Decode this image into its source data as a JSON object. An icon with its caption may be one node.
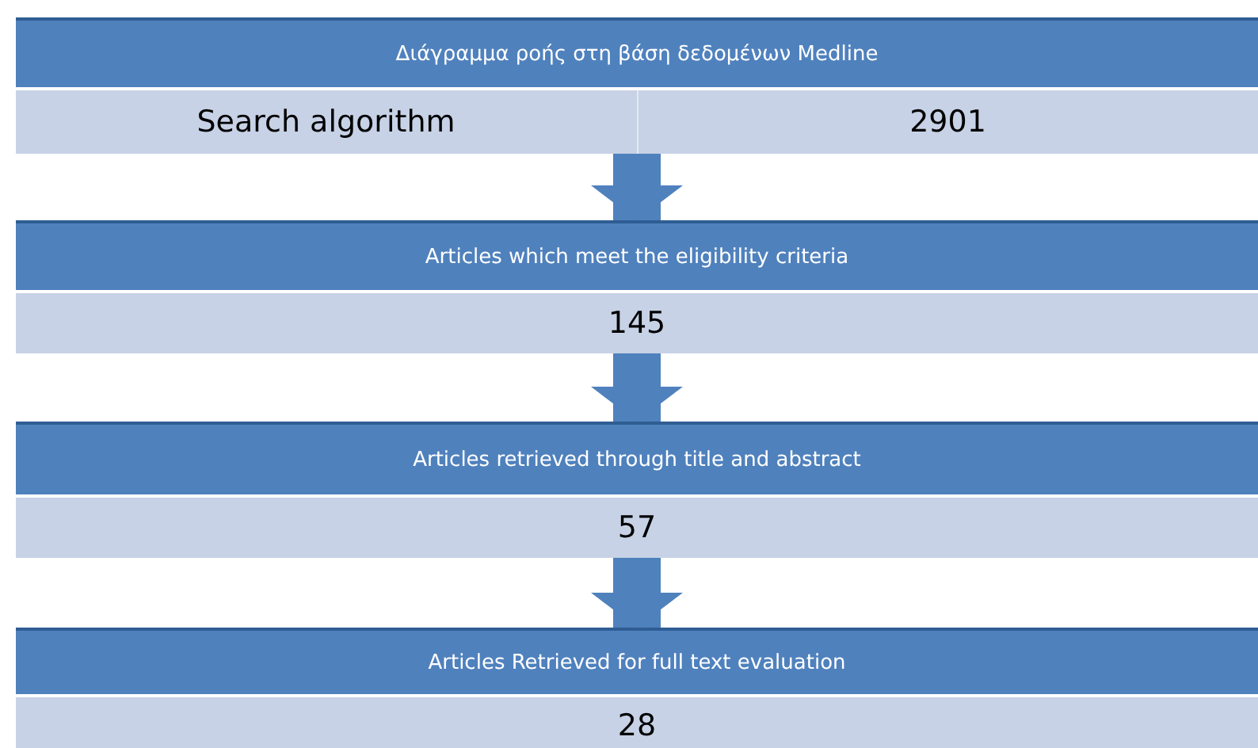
{
  "diagram": {
    "nodes": [
      {
        "text": [
          "Διάγραμμα ροής στη βάση δεδομένων Medline",
          "Search algorithm",
          "2901"
        ]
      },
      {
        "text": [
          "Articles which meet the eligibility criteria",
          "145"
        ]
      },
      {
        "text": [
          "Articles retrieved through title and abstract",
          "57"
        ]
      },
      {
        "text": [
          "Articles Retrieved for full text evaluation",
          "28"
        ]
      }
    ],
    "edges": [
      {
        "from": 0,
        "to": 1,
        "arrow": "to"
      },
      {
        "from": 1,
        "to": 2,
        "arrow": "to"
      },
      {
        "from": 2,
        "to": 3,
        "arrow": "to"
      }
    ]
  }
}
